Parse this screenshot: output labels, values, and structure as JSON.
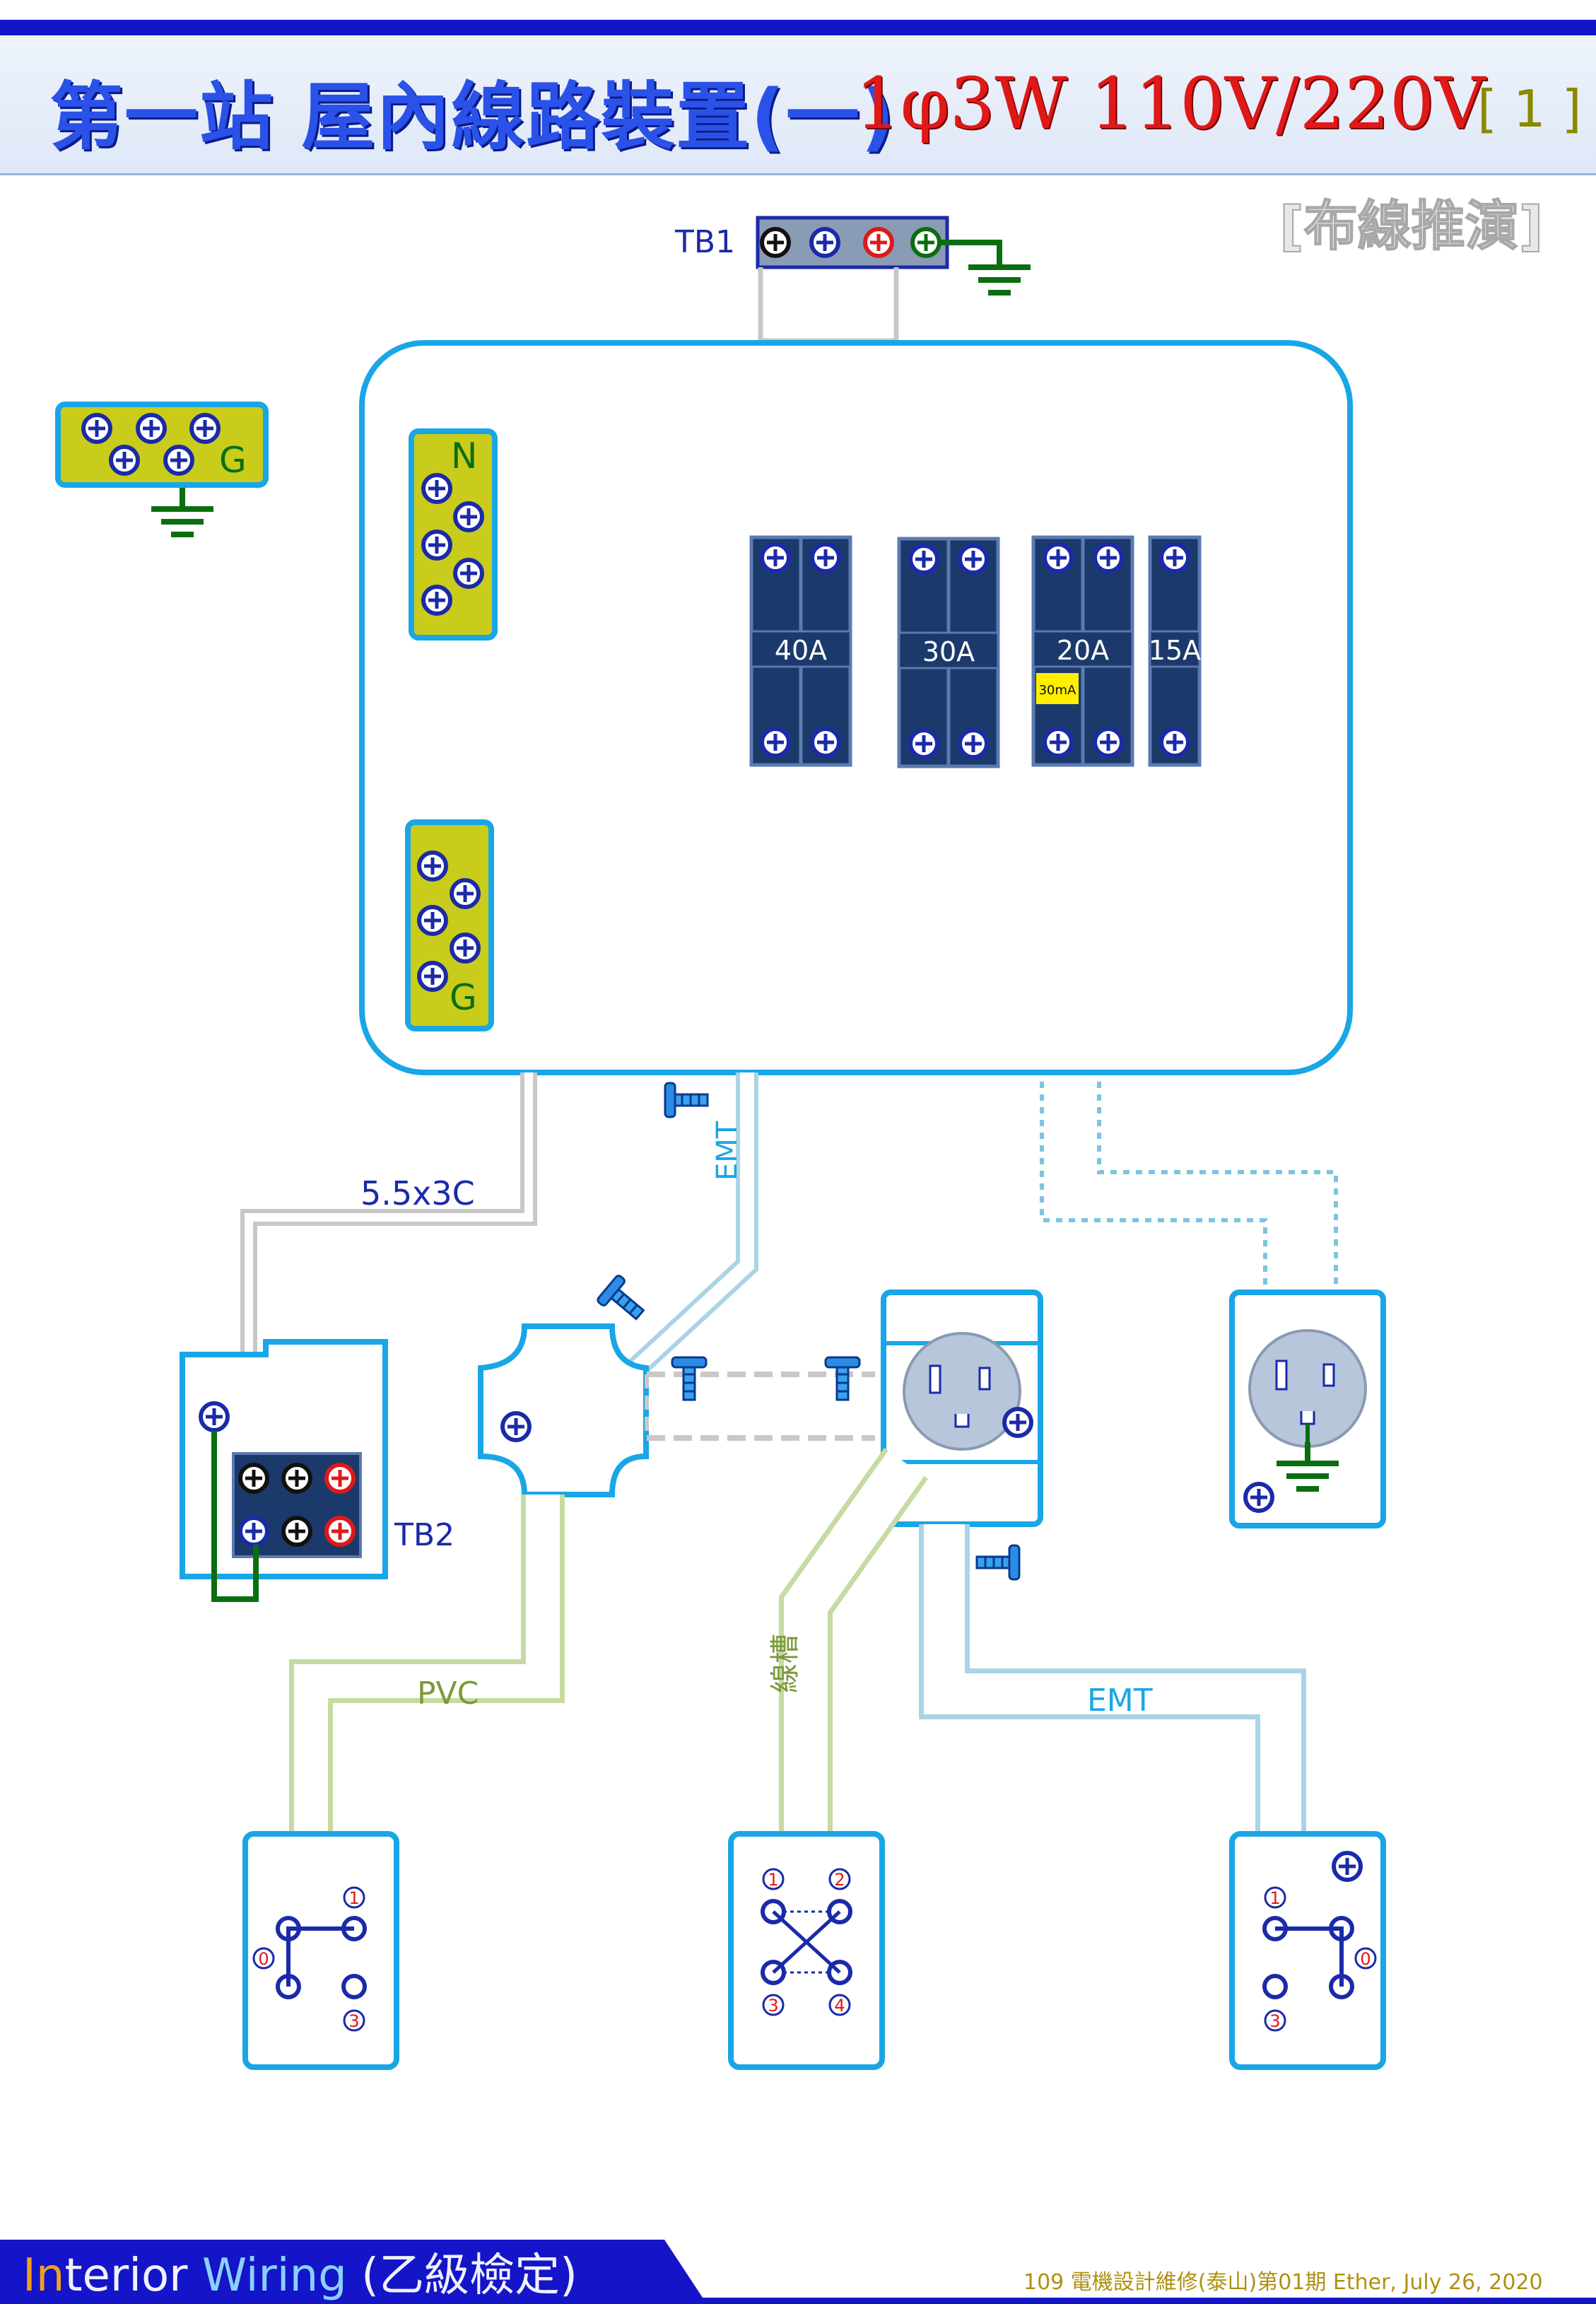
{
  "header": {
    "title": "第一站 屋內線路裝置(一)",
    "spec": "1φ3W 110V/220V",
    "page_number": "[ 1 ]",
    "subtitle": "[布線推演]"
  },
  "labels": {
    "tb1": "TB1",
    "tb2": "TB2",
    "cable": "5.5x3C",
    "emt_top": "EMT",
    "emt_bottom": "EMT",
    "pvc": "PVC",
    "trough": "線槽",
    "neutral": "N",
    "ground_g": "G"
  },
  "breakers": [
    {
      "rating": "40A",
      "poles": 2
    },
    {
      "rating": "30A",
      "poles": 2
    },
    {
      "rating": "20A",
      "poles": 2,
      "leakage": "30mA"
    },
    {
      "rating": "15A",
      "poles": 1
    }
  ],
  "switches": {
    "left": {
      "terminals": [
        "1",
        "0",
        "3"
      ]
    },
    "middle": {
      "terminals": [
        "1",
        "2",
        "3",
        "4"
      ]
    },
    "right": {
      "terminals": [
        "1",
        "0",
        "3"
      ]
    }
  },
  "footer": {
    "left_a": "In",
    "left_b": "terior ",
    "left_c": "Wiring",
    "left_d": " (乙級檢定)",
    "right": "109 電機設計維修(泰山)第01期 Ether, July 26, 2020"
  },
  "colors": {
    "box_outline": "#19a6e6",
    "box_fill": "#ffffff",
    "bus_fill": "#c9cc1a",
    "breaker_fill": "#1b3a6b",
    "ground": "#0a6e10",
    "pvc": "#c6dba2",
    "emt": "#a9d4e6",
    "cable": "#c8c8c8",
    "label_blue": "#1a2aa8",
    "title_blue": "#2a52e8",
    "title_red": "#e01818",
    "footer_bg": "#1414c8"
  },
  "icons": [
    "screw-terminal-icon",
    "ground-symbol-icon",
    "emt-connector-screw-icon",
    "receptacle-icon"
  ]
}
